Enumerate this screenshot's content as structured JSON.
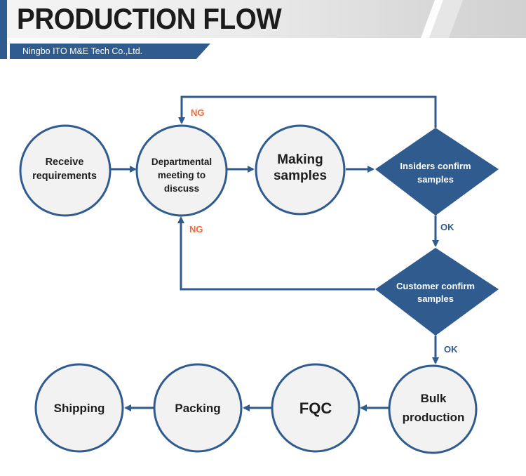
{
  "header": {
    "title": "PRODUCTION FLOW",
    "subtitle": "Ningbo ITO M&E Tech Co.,Ltd."
  },
  "colors": {
    "primary": "#2f5b8f",
    "node_fill": "#f2f2f2",
    "ng_label": "#f26a3a",
    "ok_label": "#2f5b8f",
    "text": "#1e1e1e"
  },
  "nodes": [
    {
      "id": "receive",
      "shape": "circle",
      "lines": [
        "Receive",
        "requirements"
      ]
    },
    {
      "id": "meeting",
      "shape": "circle",
      "lines": [
        "Departmental",
        "meeting to",
        "discuss"
      ]
    },
    {
      "id": "making",
      "shape": "circle",
      "lines": [
        "Making",
        "samples"
      ]
    },
    {
      "id": "insiders",
      "shape": "diamond",
      "lines": [
        "Insiders confirm",
        "samples"
      ]
    },
    {
      "id": "customer",
      "shape": "diamond",
      "lines": [
        "Customer confirm",
        "samples"
      ]
    },
    {
      "id": "bulk",
      "shape": "circle",
      "lines": [
        "Bulk",
        "production"
      ]
    },
    {
      "id": "fqc",
      "shape": "circle",
      "lines": [
        "FQC"
      ]
    },
    {
      "id": "packing",
      "shape": "circle",
      "lines": [
        "Packing"
      ]
    },
    {
      "id": "shipping",
      "shape": "circle",
      "lines": [
        "Shipping"
      ]
    }
  ],
  "edges": [
    {
      "from": "receive",
      "to": "meeting",
      "label": ""
    },
    {
      "from": "meeting",
      "to": "making",
      "label": ""
    },
    {
      "from": "making",
      "to": "insiders",
      "label": ""
    },
    {
      "from": "insiders",
      "to": "meeting",
      "label": "NG"
    },
    {
      "from": "insiders",
      "to": "customer",
      "label": "OK"
    },
    {
      "from": "customer",
      "to": "meeting",
      "label": "NG"
    },
    {
      "from": "customer",
      "to": "bulk",
      "label": "OK"
    },
    {
      "from": "bulk",
      "to": "fqc",
      "label": ""
    },
    {
      "from": "fqc",
      "to": "packing",
      "label": ""
    },
    {
      "from": "packing",
      "to": "shipping",
      "label": ""
    }
  ]
}
